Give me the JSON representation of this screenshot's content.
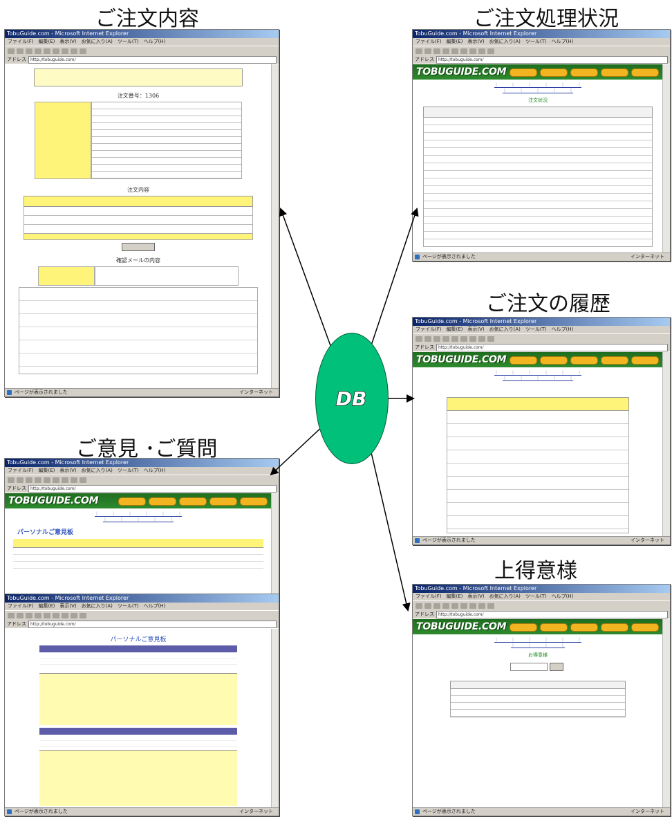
{
  "titles": {
    "order_content": "ご注文内容",
    "order_status": "ご注文処理状況",
    "order_history": "ご注文の履歴",
    "customers": "上得意様",
    "feedback": "ご意見 ･ご質問"
  },
  "center": {
    "label": "DB"
  },
  "windows": {
    "order_content": {
      "title": "TobuGuide.com - Microsoft Internet Explorer",
      "heading": "注文番号：1306",
      "section2": "注文内容",
      "section3": "確認メールの内容",
      "status": "ページが表示されました"
    },
    "order_status": {
      "title": "TobuGuide.com - Microsoft Internet Explorer",
      "heading": "注文状況",
      "status": "ページが表示されました"
    },
    "order_history": {
      "title": "TobuGuide.com - Microsoft Internet Explorer",
      "status": "ページが表示されました"
    },
    "customers": {
      "title": "TobuGuide.com - Microsoft Internet Explorer",
      "heading": "お得意様",
      "status": "ページが表示されました"
    },
    "feedback_list": {
      "title": "TobuGuide.com - Microsoft Internet Explorer",
      "heading": "パーソナルご意見板",
      "status": "ページが表示されました"
    },
    "feedback_thread": {
      "title": "TobuGuide.com - Microsoft Internet Explorer",
      "heading": "パーソナルご意見板",
      "status": "ページが表示されました"
    }
  },
  "logo_text": "TOBUGUIDE.COM",
  "colors": {
    "db_fill": "#00c07a",
    "site_banner": "#2e8a2e",
    "title_bar": "#0a246a"
  }
}
